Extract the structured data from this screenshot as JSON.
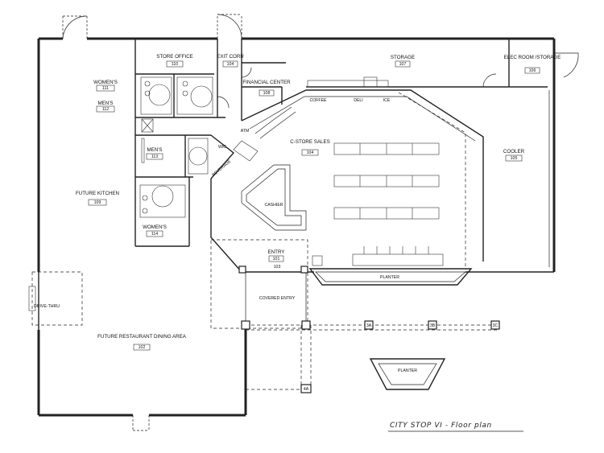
{
  "rooms": [
    {
      "id": "womens_111",
      "name": "WOMEN'S",
      "number": "111"
    },
    {
      "id": "mens_112",
      "name": "MEN'S",
      "number": "112"
    },
    {
      "id": "store_office",
      "name": "STORE OFFICE",
      "number": "110"
    },
    {
      "id": "exit_corr",
      "name": "EXIT CORR",
      "number": "104"
    },
    {
      "id": "financial_center",
      "name": "FINANCIAL CENTER",
      "number": "108"
    },
    {
      "id": "storage",
      "name": "STORAGE",
      "number": "107"
    },
    {
      "id": "elec_room",
      "name": "ELEC ROOM /STORAGE",
      "number": "106"
    },
    {
      "id": "mens_113",
      "name": "MEN'S",
      "number": "113"
    },
    {
      "id": "cstore",
      "name": "C-STORE SALES",
      "number": "104"
    },
    {
      "id": "cooler",
      "name": "COOLER",
      "number": "105"
    },
    {
      "id": "kitchen",
      "name": "FUTURE KITCHEN",
      "number": "109"
    },
    {
      "id": "womens_114",
      "name": "WOMEN'S",
      "number": "114"
    },
    {
      "id": "entry",
      "name": "ENTRY",
      "number": "101"
    },
    {
      "id": "dining",
      "name": "FUTURE RESTAURANT DINING AREA",
      "number": "102"
    }
  ],
  "labels": {
    "coffee": "COFFEE",
    "deli": "DELI",
    "ice": "ICE",
    "atm": "ATM",
    "cashier": "CASHIER",
    "planter": "PLANTER",
    "planter2": "PLANTER",
    "covered_entry": "COVERED ENTRY",
    "drive_thru": "DRIVE-THRU",
    "beverage": "BEVERAGE",
    "wic": "WIC",
    "entry_vestibule": "103",
    "col_3a": "3A",
    "col_3b": "3B",
    "col_3c": "3C",
    "col_4a": "4A"
  },
  "title": "CITY STOP VI - Floor plan"
}
